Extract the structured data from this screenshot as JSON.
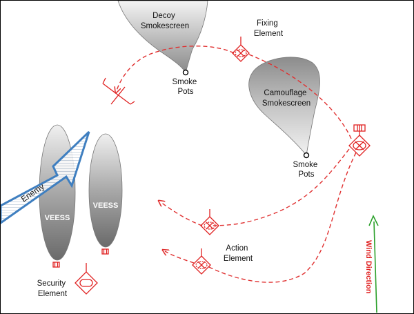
{
  "labels": {
    "decoy_smokescreen": [
      "Decoy",
      "Smokescreen"
    ],
    "camouflage_smokescreen": [
      "Camouflage",
      "Smokescreen"
    ],
    "smoke_pots_top": [
      "Smoke",
      "Pots"
    ],
    "smoke_pots_right": [
      "Smoke",
      "Pots"
    ],
    "fixing_element": [
      "Fixing",
      "Element"
    ],
    "action_element": [
      "Action",
      "Element"
    ],
    "security_element": [
      "Security",
      "Element"
    ],
    "veess_left": "VEESS",
    "veess_right": "VEESS",
    "enemy": "Enemy",
    "wind_direction": "Wind Direction"
  },
  "colors": {
    "route_red": "#e03030",
    "enemy_arrow_blue": "#3f7fc0",
    "wind_arrow_green": "#2aa02a",
    "smoke_gray_dark": "#8a8a8a",
    "smoke_gray_light": "#efefef"
  },
  "icons": [
    "smoke-pot-icon",
    "fixing-element-symbol",
    "action-element-symbol",
    "security-element-symbol",
    "start-unit-symbol",
    "obstacle-symbol"
  ]
}
